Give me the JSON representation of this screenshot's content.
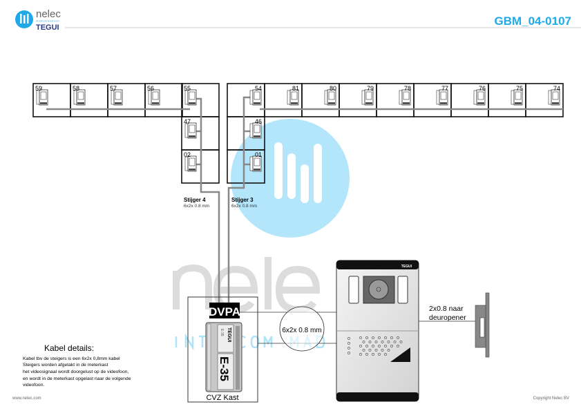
{
  "header": {
    "logo_name": "nelec",
    "logo_tagline": "INTERCOM MADE EASY",
    "logo_brand": "TEGUI",
    "doc_code": "GBM_04-0107"
  },
  "colors": {
    "accent": "#1fa9e6",
    "brand_navy": "#2a3a8c",
    "wire": "#808080"
  },
  "risers": [
    {
      "label": "Stijger 4",
      "cable": "6x2x 0.8 mm",
      "units": [
        "59",
        "58",
        "57",
        "56",
        "55",
        "47",
        "02"
      ]
    },
    {
      "label": "Stijger 3",
      "cable": "6x2x 0.8 mm",
      "units": [
        "54",
        "81",
        "80",
        "79",
        "78",
        "77",
        "76",
        "75",
        "74",
        "46",
        "01"
      ]
    }
  ],
  "cvz": {
    "module_label": "DVPA",
    "module_brand": "TEGUI",
    "power_label": "E-35",
    "power_small": "E-35",
    "caption": "CVZ Kast"
  },
  "cable_callout": "6x2x 0.8 mm",
  "panel": {
    "brand": "TEGUI"
  },
  "door_opener": {
    "line1": "2x0.8 naar",
    "line2": "deuropener"
  },
  "watermark": {
    "word": "nele",
    "tagline": "INTERCOM MAD"
  },
  "cable_details": {
    "title": "Kabel details:",
    "lines": [
      "Kabel tbv de steigers is een 6x2x 0,8mm kabel",
      "Steigers worden afgetakt in de meterkast",
      "het videosignaal wordt doorgelust op de videofoon,",
      "en wordt in de meterkast opgelast naar de volgende",
      "videofoon."
    ]
  },
  "footer": {
    "website": "www.nelec.com",
    "copyright": "Copyright Nelec BV"
  }
}
